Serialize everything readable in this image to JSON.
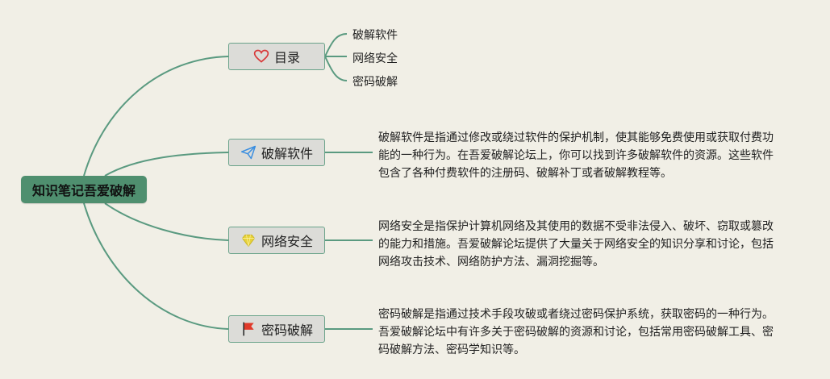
{
  "root": {
    "label": "知识笔记吾爱破解"
  },
  "branches": [
    {
      "label": "目录",
      "icon": "heart-icon",
      "icon_color": "#d83a3a"
    },
    {
      "label": "破解软件",
      "icon": "paper-plane-icon",
      "icon_color": "#3a8ee0"
    },
    {
      "label": "网络安全",
      "icon": "gem-icon",
      "icon_color": "#e6d23a"
    },
    {
      "label": "密码破解",
      "icon": "flag-icon",
      "icon_color": "#e03a2a"
    }
  ],
  "toc_items": [
    "破解软件",
    "网络安全",
    "密码破解"
  ],
  "descriptions": [
    "破解软件是指通过修改或绕过软件的保护机制，使其能够免费使用或获取付费功能的一种行为。在吾爱破解论坛上，你可以找到许多破解软件的资源。这些软件包含了各种付费软件的注册码、破解补丁或者破解教程等。",
    "网络安全是指保护计算机网络及其使用的数据不受非法侵入、破坏、窃取或篡改的能力和措施。吾爱破解论坛提供了大量关于网络安全的知识分享和讨论，包括网络攻击技术、网络防护方法、漏洞挖掘等。",
    "密码破解是指通过技术手段攻破或者绕过密码保护系统，获取密码的一种行为。吾爱破解论坛中有许多关于密码破解的资源和讨论，包括常用密码破解工具、密码破解方法、密码学知识等。"
  ],
  "colors": {
    "background": "#f1efe6",
    "connector": "#5a9a80",
    "root_fill": "#4f8f6f"
  }
}
